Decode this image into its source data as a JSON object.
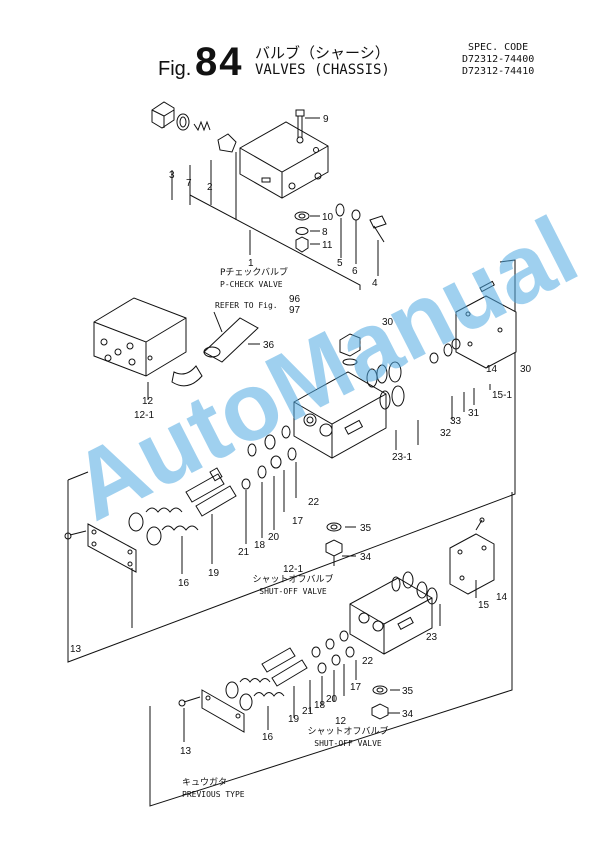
{
  "header": {
    "fig_label": "Fig.",
    "fig_number": "84",
    "title_jp": "バルブ（シャーシ）",
    "title_en": "VALVES (CHASSIS)",
    "spec_label": "SPEC. CODE",
    "spec_codes": [
      "D72312-74400",
      "D72312-74410"
    ]
  },
  "captions": {
    "p_check_jp": "Pチェックバルブ",
    "p_check_en": "P-CHECK VALVE",
    "refer_to": "REFER TO Fig.",
    "refer_fig_a": "96",
    "refer_fig_b": "97",
    "shutoff1_num": "12-1",
    "shutoff1_jp": "シャットオフバルブ",
    "shutoff1_en": "SHUT-OFF VALVE",
    "shutoff2_num": "12",
    "shutoff2_jp": "シャットオフバルブ",
    "shutoff2_en": "SHUT-OFF VALVE",
    "previous_jp": "キュウガタ",
    "previous_en": "PREVIOUS TYPE"
  },
  "callouts": {
    "p_check": [
      "3",
      "7",
      "2",
      "9",
      "10",
      "8",
      "11",
      "1",
      "5",
      "6",
      "4"
    ],
    "main": [
      "12",
      "12-1",
      "36",
      "30",
      "14",
      "30",
      "15-1",
      "31",
      "33",
      "32",
      "23-1",
      "22",
      "17",
      "20",
      "18",
      "21",
      "19",
      "16",
      "13",
      "35",
      "34"
    ],
    "previous": [
      "15",
      "14",
      "23",
      "22",
      "17",
      "20",
      "18",
      "21",
      "19",
      "16",
      "13",
      "35",
      "34"
    ]
  },
  "watermark": "AutoManual"
}
